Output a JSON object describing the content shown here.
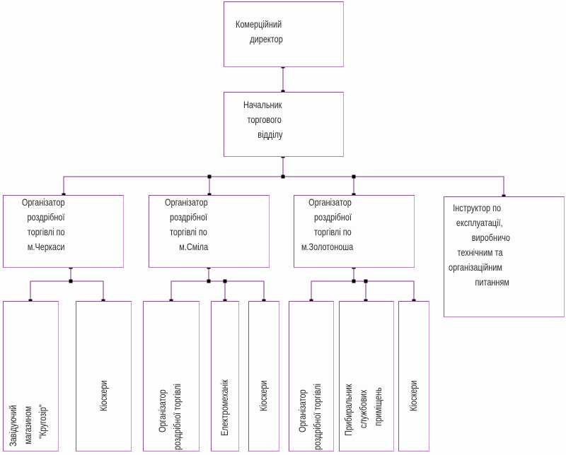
{
  "diagram": {
    "line_color": "#9b5aa0",
    "node_color": "#000000",
    "director": {
      "lines": [
        "Комерційний",
        "директор"
      ]
    },
    "head": {
      "lines": [
        "Начальник",
        "торгового",
        "відділу"
      ]
    },
    "level3": [
      {
        "id": "org-cherkasy",
        "lines": [
          "Організатор",
          "роздрібної",
          "торгівлі по",
          "м.Черкаси"
        ]
      },
      {
        "id": "org-smila",
        "lines": [
          "Організатор",
          "роздрібної",
          "торгівлі по",
          "м.Сміла"
        ]
      },
      {
        "id": "org-zolotonosha",
        "lines": [
          "Організатор",
          "роздрібної",
          "торгівлі по",
          "м.Золотоноша"
        ]
      },
      {
        "id": "instructor",
        "lines": [
          "Інструктор по",
          "експлуатації,",
          "виробничо",
          "технічним та",
          "організаційним",
          "питанням"
        ]
      }
    ],
    "level4": {
      "cherkasy": [
        {
          "lines": [
            "Завідуючий",
            "магазином",
            "\"Кругозір\""
          ]
        },
        {
          "lines": [
            "Кіоскери"
          ]
        }
      ],
      "smila": [
        {
          "lines": [
            "Організатор",
            "роздрібної торгівлі"
          ]
        },
        {
          "lines": [
            "Електромеханік"
          ]
        },
        {
          "lines": [
            "Кіоскери"
          ]
        }
      ],
      "zolotonosha": [
        {
          "lines": [
            "Організатор",
            "роздрібної торгівлі"
          ]
        },
        {
          "lines": [
            "Прибиральник",
            "службових",
            "приміщень"
          ]
        },
        {
          "lines": [
            "Кіоскери"
          ]
        }
      ]
    }
  }
}
